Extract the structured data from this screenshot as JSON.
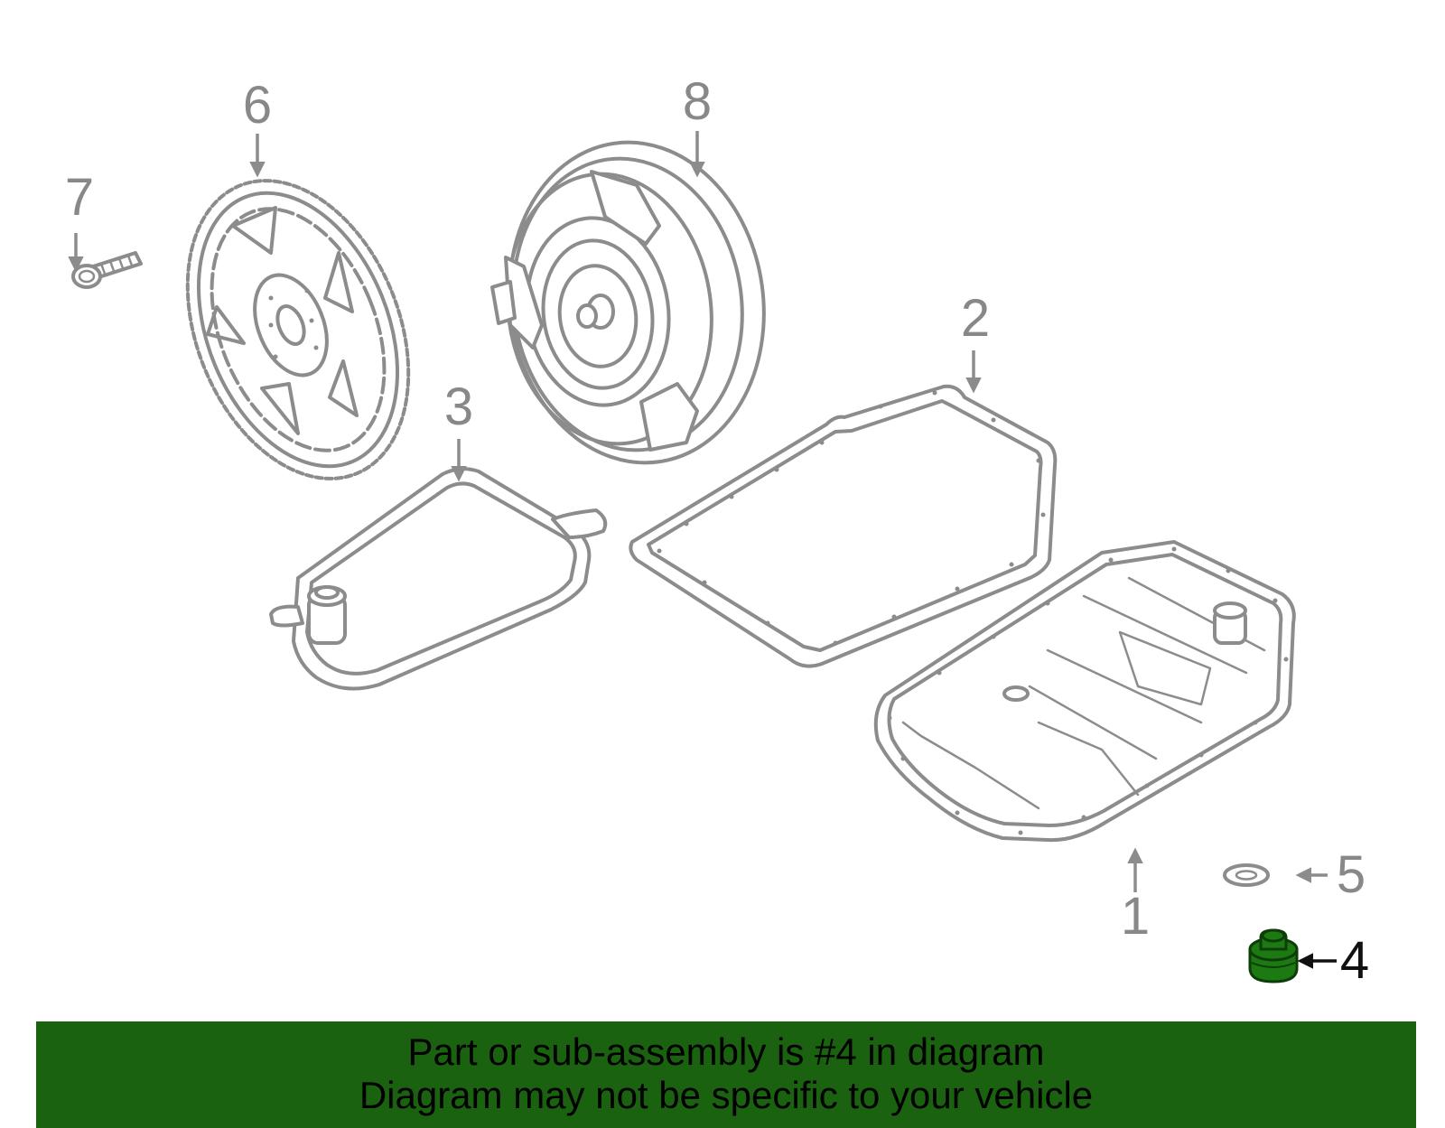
{
  "diagram": {
    "callouts": [
      {
        "id": "1",
        "label": "1"
      },
      {
        "id": "2",
        "label": "2"
      },
      {
        "id": "3",
        "label": "3"
      },
      {
        "id": "4",
        "label": "4"
      },
      {
        "id": "5",
        "label": "5"
      },
      {
        "id": "6",
        "label": "6"
      },
      {
        "id": "7",
        "label": "7"
      },
      {
        "id": "8",
        "label": "8"
      }
    ],
    "highlighted_part": "4",
    "colors": {
      "line_art": "#8c8c8c",
      "highlight_part": "#1d7a12",
      "banner_background": "#1a6110",
      "banner_text": "#000000"
    }
  },
  "banner": {
    "line1": "Part or sub-assembly is #4 in diagram",
    "line2": "Diagram may not be specific to your vehicle"
  }
}
